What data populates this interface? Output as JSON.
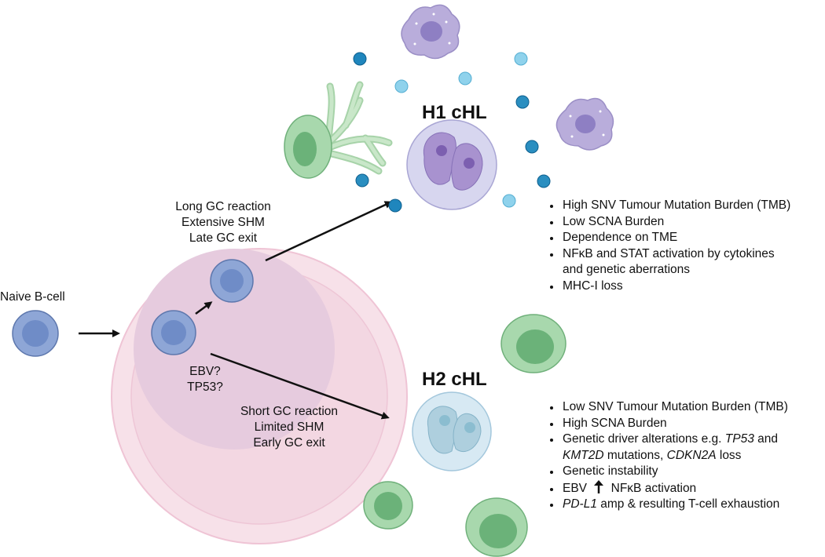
{
  "naive_label": "Naive B-cell",
  "h1": {
    "title": "H1 cHL",
    "gc_lines": [
      "Long GC reaction",
      "Extensive SHM",
      "Late GC exit"
    ],
    "bullets": [
      "High SNV Tumour Mutation Burden (TMB)",
      "Low SCNA Burden",
      "Dependence on TME",
      "NFκB and STAT activation by cytokines",
      "and genetic aberrations",
      "MHC-I loss"
    ]
  },
  "h2": {
    "title": "H2 cHL",
    "factors": [
      "EBV?",
      "TP53?"
    ],
    "gc_lines": [
      "Short GC reaction",
      "Limited SHM",
      "Early GC exit"
    ],
    "bullets": {
      "b1": "Low SNV Tumour Mutation Burden (TMB)",
      "b2": "High SCNA Burden",
      "b3_pre": "Genetic driver alterations e.g. ",
      "b3_tp53": "TP53",
      "b3_and": " and",
      "b3_kmt": "KMT2D",
      "b3_mid": " mutations, ",
      "b3_cdkn": "CDKN2A",
      "b3_end": " loss",
      "b4": "Genetic instability",
      "b5_ebv": "EBV",
      "b5_rest": "NFκB activation",
      "b6_pdl1": "PD-L1",
      "b6_rest": " amp & resulting T-cell exhaustion"
    }
  },
  "colors": {
    "gc_outer": "#f6dde6",
    "gc_mid": "#f3d2df",
    "gc_inner": "#e3c7dc",
    "bcell": "#8ea6d6",
    "bcell_nucleus": "#6f8cc7",
    "h1_cell": "#d2d0ec",
    "h1_nucleus": "#a691cc",
    "h2_cell": "#d4e6f1",
    "h2_nucleus": "#a9cddd",
    "tcell": "#9fd0a6",
    "tcell_nucleus": "#6fb37e",
    "macrophage": "#b9addb",
    "cytokine_dark": "#2a8ec0",
    "cytokine_light": "#8fd0ea"
  }
}
